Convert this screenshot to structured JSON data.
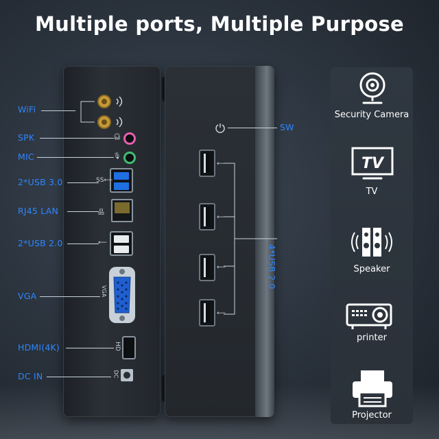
{
  "title": "Multiple ports, Multiple Purpose",
  "left_ports": [
    {
      "label": "WiFi"
    },
    {
      "label": "SPK"
    },
    {
      "label": "MIC"
    },
    {
      "label": "2*USB 3.0"
    },
    {
      "label": "RJ45 LAN"
    },
    {
      "label": "2*USB 2.0"
    },
    {
      "label": "VGA"
    },
    {
      "label": "HDMI(4K)"
    },
    {
      "label": "DC IN"
    }
  ],
  "right_ports": {
    "sw": "SW",
    "usb": "4*USB 2.0"
  },
  "port_marks": {
    "vga": "VGA",
    "hdmi": "HD",
    "dc": "DC",
    "usb3_logo": "SS⟵",
    "usb2_logo": "⟵"
  },
  "applications": [
    {
      "label": "Security Camera",
      "icon": "webcam-icon"
    },
    {
      "label": "TV",
      "icon": "tv-icon",
      "icon_text": "TV"
    },
    {
      "label": "Speaker",
      "icon": "speaker-icon"
    },
    {
      "label": "printer",
      "icon": "projector-icon"
    },
    {
      "label": "Projector",
      "icon": "printer-icon"
    }
  ],
  "colors": {
    "label_blue": "#2e86ff",
    "usb3_blue": "#1f6fe0",
    "spk_pink": "#e95fb0",
    "mic_green": "#3fbf74"
  }
}
